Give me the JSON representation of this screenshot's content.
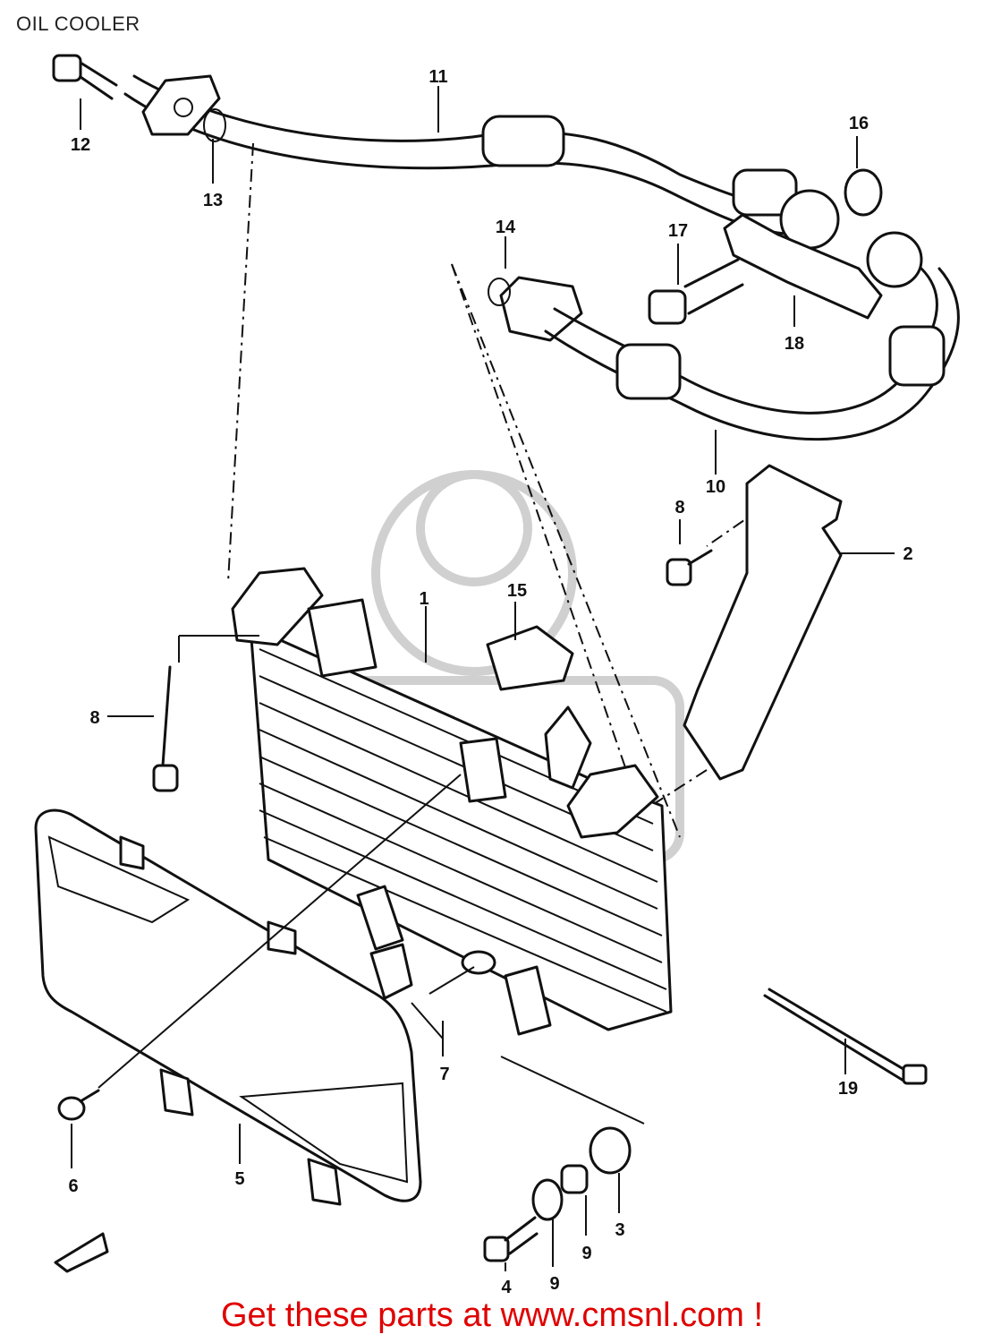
{
  "title": "OIL COOLER",
  "footer": "Get these parts at www.cmsnl.com !",
  "diagram": {
    "callouts": [
      {
        "id": "1",
        "name": "callout-1"
      },
      {
        "id": "2",
        "name": "callout-2"
      },
      {
        "id": "3",
        "name": "callout-3"
      },
      {
        "id": "4",
        "name": "callout-4"
      },
      {
        "id": "5",
        "name": "callout-5"
      },
      {
        "id": "6",
        "name": "callout-6"
      },
      {
        "id": "7",
        "name": "callout-7"
      },
      {
        "id": "8",
        "name": "callout-8a"
      },
      {
        "id": "8",
        "name": "callout-8b"
      },
      {
        "id": "9",
        "name": "callout-9"
      },
      {
        "id": "10",
        "name": "callout-10"
      },
      {
        "id": "11",
        "name": "callout-11"
      },
      {
        "id": "12",
        "name": "callout-12"
      },
      {
        "id": "13",
        "name": "callout-13"
      },
      {
        "id": "14",
        "name": "callout-14a"
      },
      {
        "id": "14",
        "name": "callout-14b"
      },
      {
        "id": "15",
        "name": "callout-15"
      },
      {
        "id": "16",
        "name": "callout-16"
      },
      {
        "id": "17",
        "name": "callout-17"
      },
      {
        "id": "18",
        "name": "callout-18"
      },
      {
        "id": "19",
        "name": "callout-19"
      }
    ]
  },
  "colors": {
    "footer": "#e00000",
    "lines": "#111111",
    "watermark": "#d0d0d0"
  }
}
